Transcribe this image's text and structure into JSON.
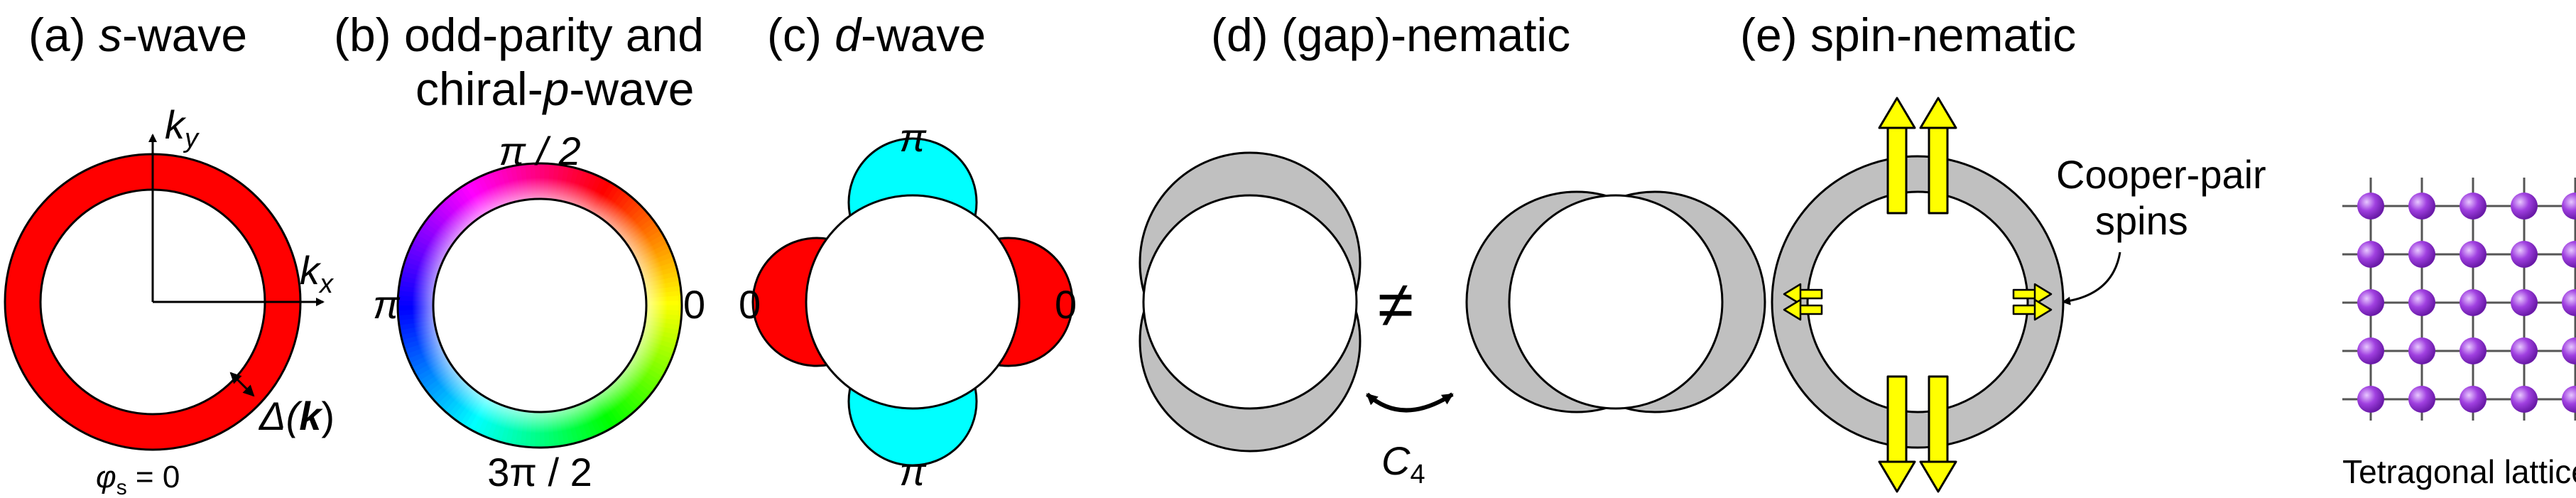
{
  "panels": {
    "a": {
      "prefix": "(a) ",
      "name": "s",
      "suffix": "-wave",
      "ky_base": "k",
      "ky_sub": "y",
      "kx_base": "k",
      "kx_sub": "x",
      "gap_label": "Δ(",
      "gap_k": "k",
      "gap_close": ")",
      "phase_base": "φ",
      "phase_sub": "s",
      "phase_value": " = 0",
      "color": "#ff0000"
    },
    "b": {
      "line1": "(b) odd-parity and",
      "line2_prefix": "chiral-",
      "line2_p": "p",
      "line2_suffix": "-wave",
      "top": "π / 2",
      "left": "π",
      "right": "0",
      "bottom": "3π / 2"
    },
    "c": {
      "prefix": "(c) ",
      "name": "d",
      "suffix": "-wave",
      "top": "π",
      "bottom": "π",
      "left": "0",
      "right": "0",
      "lobe_color_pi": "#00ffff",
      "lobe_color_zero": "#ff0000"
    },
    "d": {
      "title": "(d) (gap)-nematic",
      "not_equal": "≠",
      "rotation_base": "C",
      "rotation_sub": "4",
      "color": "#c0c0c0"
    },
    "e": {
      "title": "(e) spin-nematic",
      "spins_line1": "Cooper-pair",
      "spins_line2": "spins",
      "arrow_color": "#ffff00",
      "ring_color": "#c0c0c0"
    },
    "lattice": {
      "label": "Tetragonal lattice",
      "atom_color": "#a040e0",
      "rows": 5,
      "cols": 5
    }
  }
}
